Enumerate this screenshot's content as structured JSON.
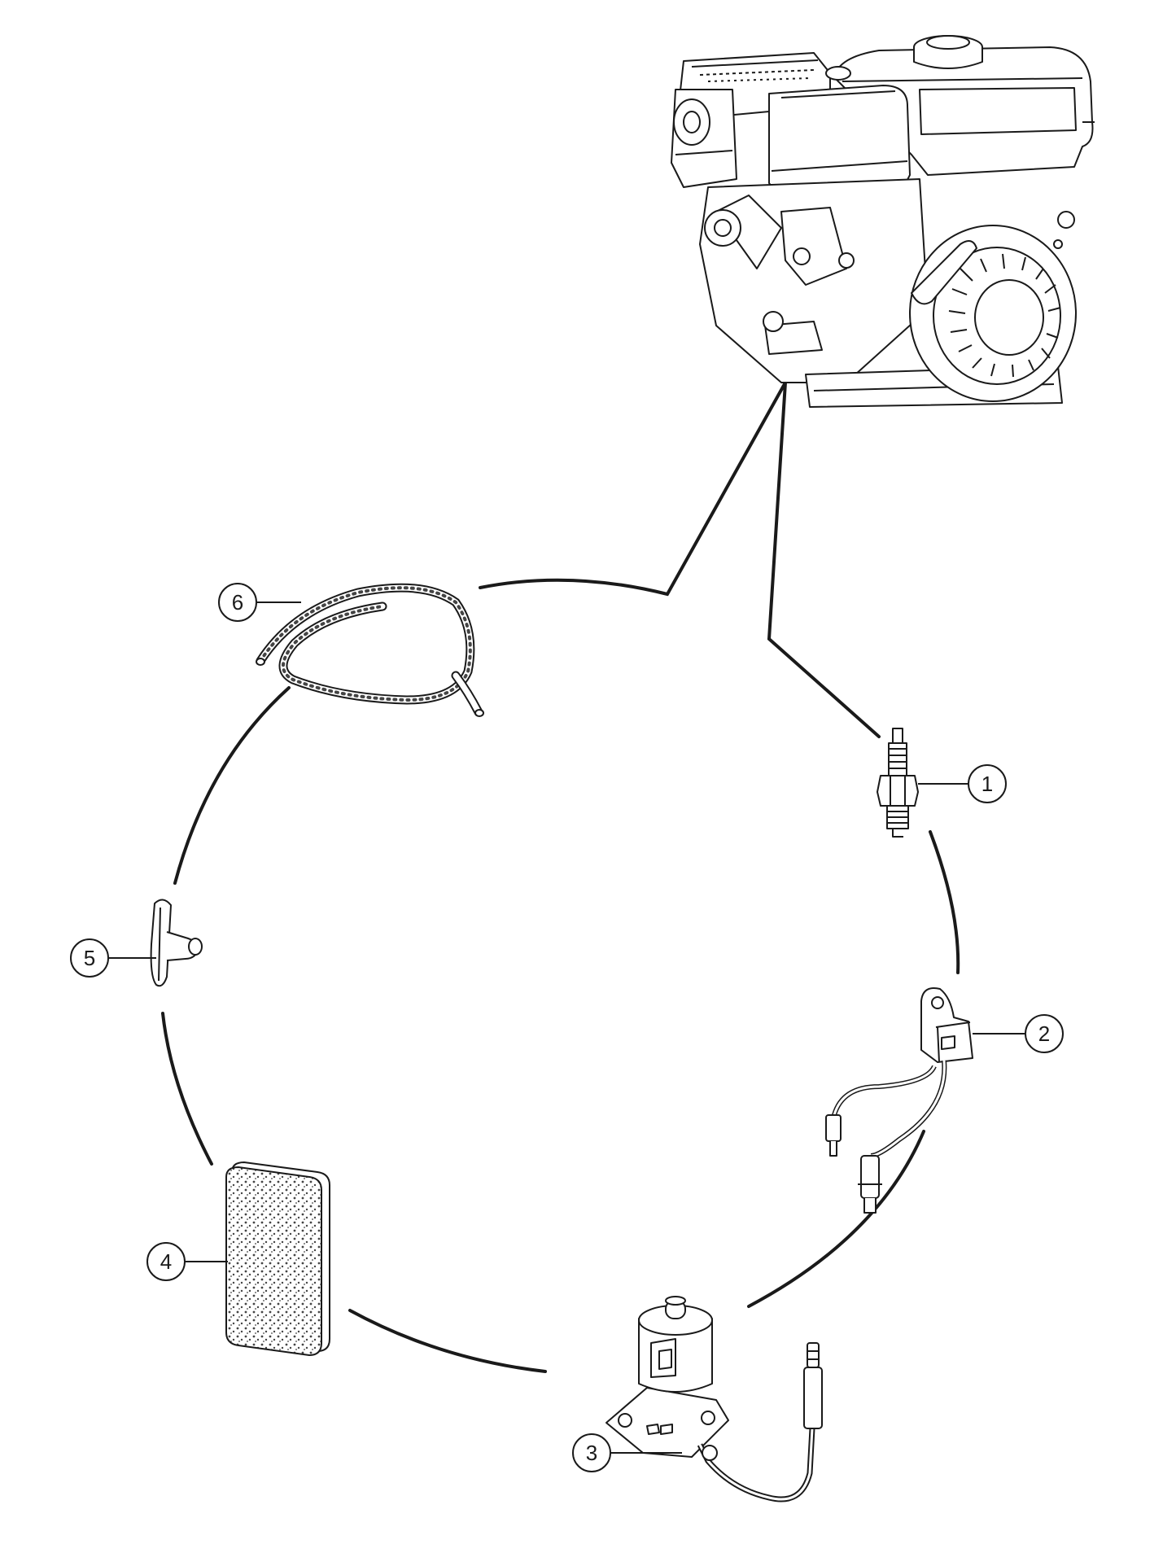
{
  "diagram": {
    "callouts": [
      {
        "id": "spark-plug",
        "label": "1"
      },
      {
        "id": "ignition-coil",
        "label": "2"
      },
      {
        "id": "oil-sensor",
        "label": "3"
      },
      {
        "id": "air-filter-element",
        "label": "4"
      },
      {
        "id": "starter-handle",
        "label": "5"
      },
      {
        "id": "starter-rope",
        "label": "6"
      }
    ],
    "colors": {
      "line": "#1a1a1a",
      "fill": "#ffffff",
      "shade": "#d9d9d9",
      "dot": "#444444"
    }
  }
}
